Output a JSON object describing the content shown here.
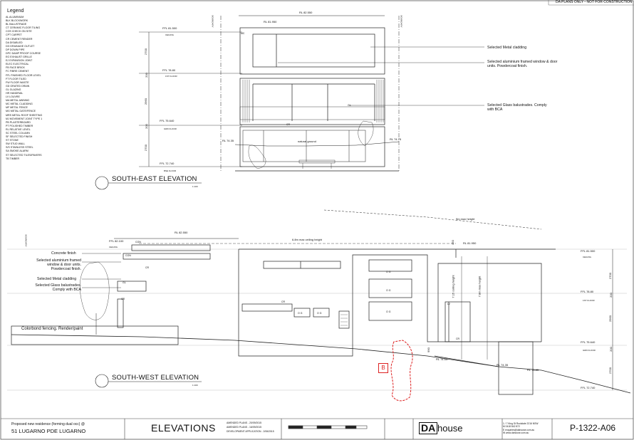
{
  "sheet": {
    "banner": "DA PLANS ONLY - NOT FOR CONSTRUCTION",
    "legend_title": "Legend",
    "legend": [
      "AL ALUMINIUM",
      "BLK BLOCKWORK",
      "BL BALUSTRADE",
      "CT CERAMIC FLOOR TILING",
      "COS CHECK ON SITE",
      "CPT CARPET",
      "CR CEMENT RENDER",
      "DA DISABLED",
      "DG DRAINAGE OUTLET",
      "DP DOWN PIPE",
      "DPC DAMP PROOF COURSE",
      "EG EXHAUST GRILLE",
      "EJ EXPANSION JOINT",
      "ELEC ELECTRICAL",
      "FB FACE BRICK",
      "FC FIBRE CEMENT",
      "FFL FINISHED FLOOR LEVEL",
      "FT FLOOR TILED",
      "FW FLOOR WASTE",
      "GD GRATED DRAIN",
      "GL GLAZING",
      "HR HANDRAIL",
      "LV LOUVRE",
      "MA METAL AWNING",
      "MC METAL CLADDING",
      "MF METAL FENCE",
      "MG METAL GATE/FENCE",
      "MRS METAL ROOF SHEETING",
      "MJ MOVEMENT JOINT TYPE 1",
      "PB PLASTERBOARD",
      "PT POLISHED TIMBER",
      "RL RELATIVE LEVEL",
      "SC STEEL COLUMN",
      "SF SELECTED FINISH",
      "ST STONE",
      "SW STUD WALL",
      "S/S STAINLESS STEEL",
      "SA SMOKE ALARM",
      "ST SELECTED TILES/PAVERS",
      "TB TIMBER"
    ],
    "se": {
      "title": "SOUTH-EAST ELEVATION",
      "scale": "1:100",
      "rl_top": "RL 82.550",
      "rl_roof": "RL 81.950",
      "ffl_ceiling": "FFL 81.500",
      "ceiling": "CEILING",
      "ffl_1st": "FFL 78.80",
      "first_floor": "1ST FLOOR",
      "ffl_grd": "FFL 75.640",
      "grd_floor": "GRD FLOOR",
      "ffl_base": "FFL 72.740",
      "base_floor": "BSE FLOOR",
      "dim1": "2700",
      "dim2": "200",
      "dim3": "2960",
      "dim4": "200",
      "dim5": "2700",
      "rl_left": "RL 74.35",
      "rl_right": "RL 74.75",
      "natural_ground": "natural ground",
      "boundary": "BOUNDARY",
      "mc": "MC",
      "gl": "GL",
      "cr": "CR",
      "note1": "Selected Metal cladding",
      "note2": "Selected aluminium framed window & door units. Powdercoat finish.",
      "note3": "Selected Glass balustrades. Comply with BCA"
    },
    "sw": {
      "title": "SOUTH-WEST ELEVATION",
      "scale": "1:100",
      "max_height": "9m max height",
      "ceiling_height": "6.8m max ceiling height",
      "rl_top": "RL 82.550",
      "rl_roof": "RL 81.950",
      "ffl_left": "FFL 82.100",
      "ceiling": "CEILING",
      "con1": "CON",
      "con2": "CON",
      "cr1": "CR",
      "cr2": "CR",
      "cr3": "CR",
      "cr4": "CR",
      "gl": "GL",
      "lv": "LV",
      "og": "O G",
      "dim450": "450",
      "ceil715": "7.15 ceiling height",
      "ceil78": "7.8m max height",
      "dim990": "990",
      "rl_a": "RL 74.65",
      "rl_b": "RL 74.35",
      "rl_c": "RL 73.85",
      "ffl_ceiling": "FFL 81.500",
      "ffl_1st": "FFL 78.80",
      "first_floor": "1ST FLOOR",
      "ffl_grd": "FFL 75.640",
      "grd_floor": "GRD FLOOR",
      "ffl_base": "FFL 72.740",
      "dim1": "2700",
      "dim2": "200",
      "dim3": "2960",
      "dim4": "200",
      "dim5": "2700",
      "note_concrete": "Concrete finish",
      "note_windows": "Selected aluminium framed window & door units. Powdercoat finish.",
      "note_metal": "Selected Metal cladding",
      "note_glass": "Selected Glass balustrades. Comply with BCA",
      "fence": "Colorbond fencing. Render/paint",
      "bubble": "B",
      "boundary": "BOUNDARY"
    },
    "titleblock": {
      "project": "Proposed new residence (forming dual occ) @",
      "address": "51 LUGARNO PDE LUGARNO",
      "drawing_title": "ELEVATIONS",
      "rev1": "AMENDED PLANS - 20/09/2015",
      "rev2": "AMENDED PLANS - 16/09/2015",
      "rev3": "DEVELOPMENT APPLICATION - 2/06/2015",
      "logo_da": "DA",
      "logo_house": "house",
      "contact1": "1 / 7 King St Rockdale 2216 NSW",
      "contact2": "M 0418 842 872",
      "contact3": "E enquiries@dahouse.com.au",
      "contact4": "W www.dahouse.com.au",
      "drawing_no": "P-1322-A06"
    }
  }
}
